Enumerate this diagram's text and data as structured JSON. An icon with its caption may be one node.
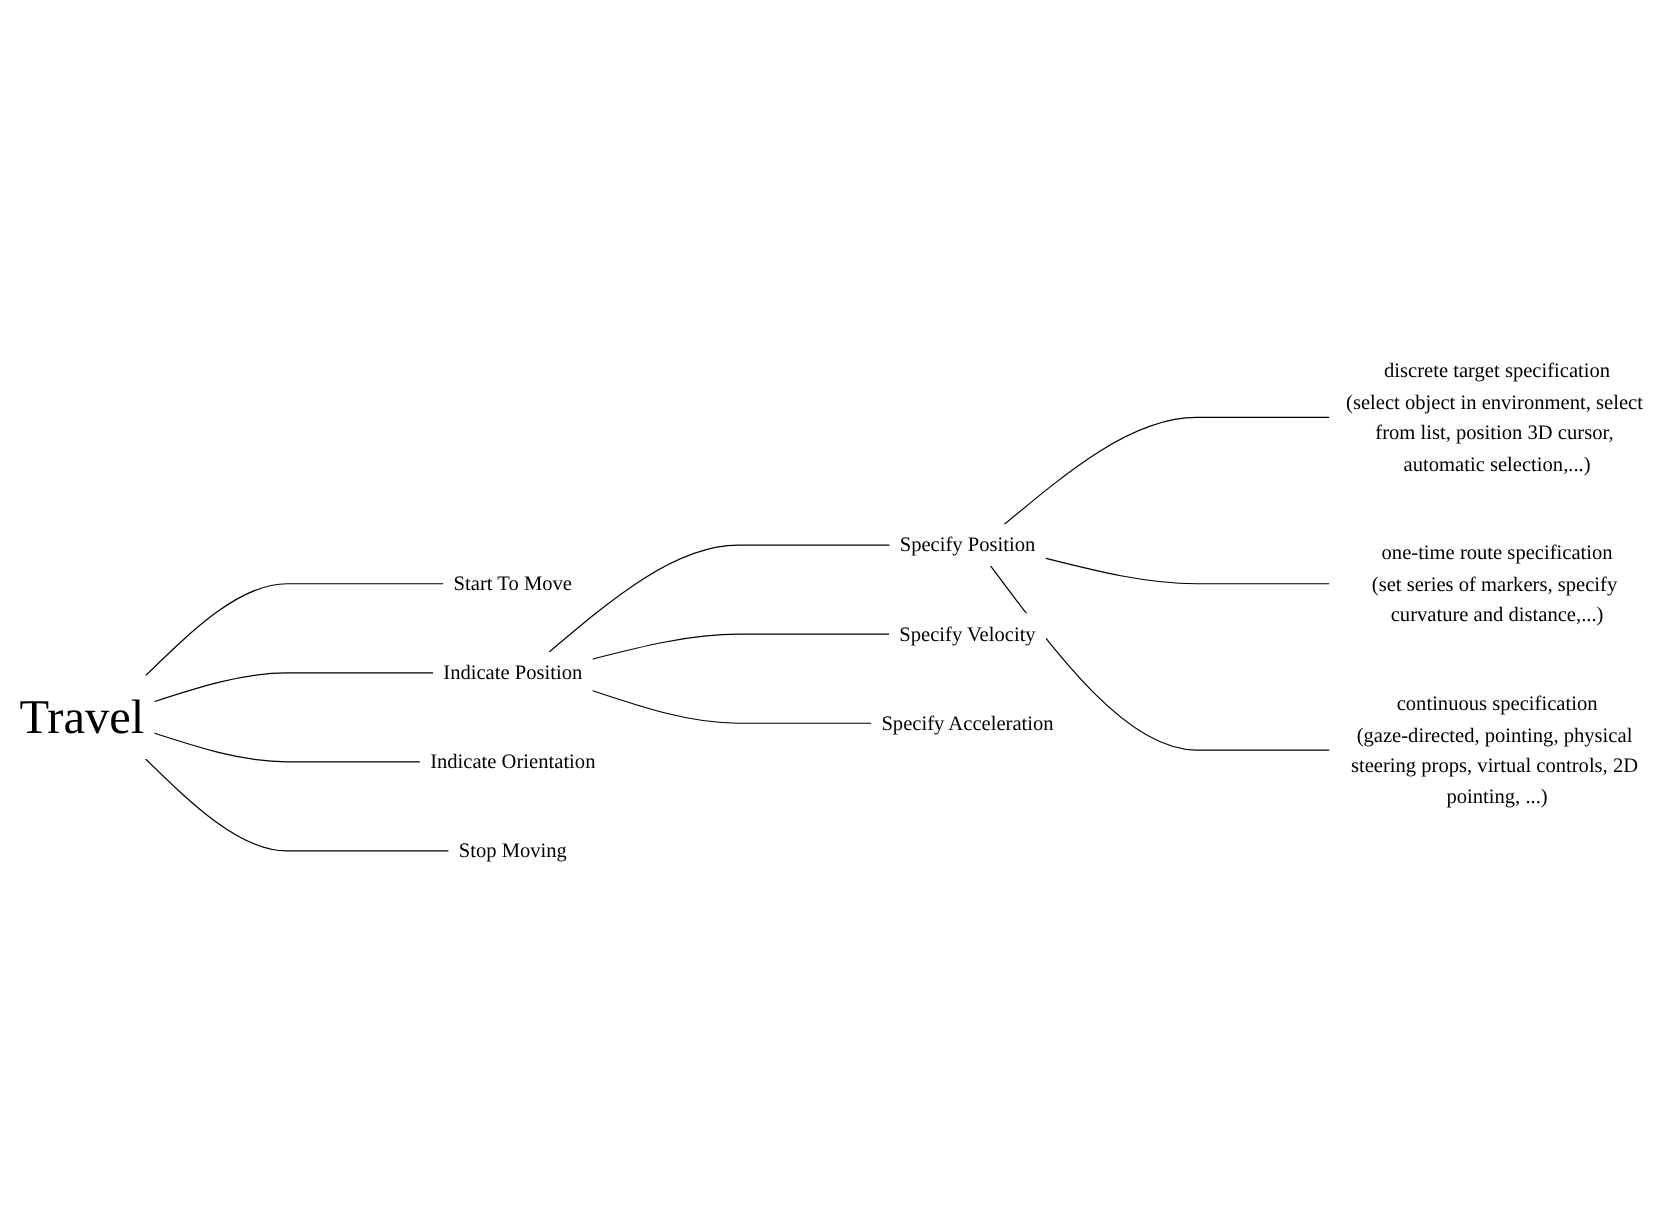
{
  "diagram": {
    "nodes": [
      {
        "text": [
          "Travel"
        ]
      },
      {
        "text": [
          "Start To Move"
        ]
      },
      {
        "text": [
          "Indicate Position"
        ]
      },
      {
        "text": [
          "Specify Position"
        ]
      },
      {
        "text": [
          "discrete target specification",
          "(select object in environment, select from list, position 3D cursor, automatic selection,...)"
        ]
      },
      {
        "text": [
          "one-time route specification",
          "(set series of markers, specify curvature and distance,...)"
        ]
      },
      {
        "text": [
          "continuous specification",
          "(gaze-directed, pointing, physical steering props, virtual controls, 2D pointing, ...)"
        ]
      },
      {
        "text": [
          "Specify Velocity"
        ]
      },
      {
        "text": [
          "Specify Acceleration"
        ]
      },
      {
        "text": [
          "Indicate Orientation"
        ]
      },
      {
        "text": [
          "Stop Moving"
        ]
      }
    ],
    "edges": [
      {
        "from": 0,
        "to": 1,
        "arrow": "none"
      },
      {
        "from": 0,
        "to": 2,
        "arrow": "none"
      },
      {
        "from": 0,
        "to": 9,
        "arrow": "none"
      },
      {
        "from": 0,
        "to": 10,
        "arrow": "none"
      },
      {
        "from": 2,
        "to": 3,
        "arrow": "none"
      },
      {
        "from": 2,
        "to": 7,
        "arrow": "none"
      },
      {
        "from": 2,
        "to": 8,
        "arrow": "none"
      },
      {
        "from": 3,
        "to": 4,
        "arrow": "none"
      },
      {
        "from": 3,
        "to": 5,
        "arrow": "none"
      },
      {
        "from": 3,
        "to": 6,
        "arrow": "none"
      }
    ]
  }
}
